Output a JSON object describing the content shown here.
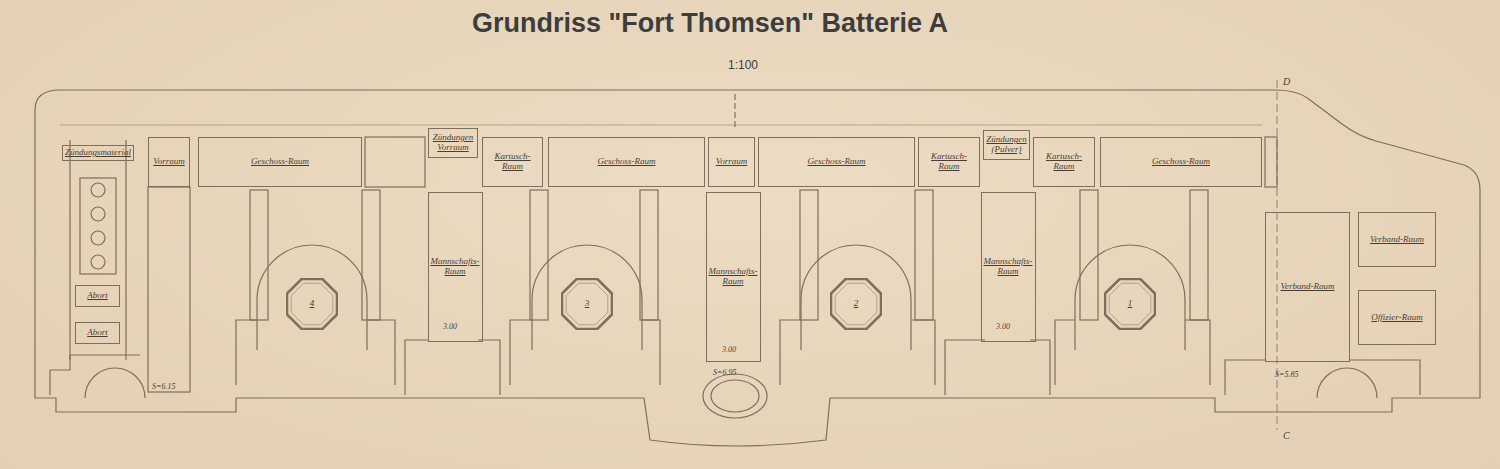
{
  "diagram": {
    "title": "Grundriss \"Fort Thomsen\" Batterie A",
    "nodes": [
      {
        "text": [
          "Zündungsmaterial"
        ]
      },
      {
        "text": [
          "Vorraum"
        ]
      },
      {
        "text": [
          "Geschoss-Raum"
        ]
      },
      {
        "text": [
          "Zündungen",
          "Vorraum"
        ]
      },
      {
        "text": [
          "Kartusch-Raum"
        ]
      },
      {
        "text": [
          "Geschoss-Raum"
        ]
      },
      {
        "text": [
          "Vorraum"
        ]
      },
      {
        "text": [
          "Geschoss-Raum"
        ]
      },
      {
        "text": [
          "Kartusch-Raum"
        ]
      },
      {
        "text": [
          "Zündungen (Pulver)"
        ]
      },
      {
        "text": [
          "Kartusch-Raum"
        ]
      },
      {
        "text": [
          "Geschoss-Raum"
        ]
      },
      {
        "text": [
          "Abort"
        ]
      },
      {
        "text": [
          "Abort"
        ]
      },
      {
        "text": [
          "Mannschafts-Raum"
        ]
      },
      {
        "text": [
          "Mannschafts-Raum"
        ]
      },
      {
        "text": [
          "Mannschafts-Raum"
        ]
      },
      {
        "text": [
          "Verband-Raum"
        ]
      },
      {
        "text": [
          "Verband-Raum"
        ]
      },
      {
        "text": [
          "Offizier-Raum"
        ]
      },
      {
        "text": [
          "4"
        ]
      },
      {
        "text": [
          "3"
        ]
      },
      {
        "text": [
          "2"
        ]
      },
      {
        "text": [
          "1"
        ]
      }
    ],
    "labels": [
      "1:100",
      "S=6.15",
      "S=6.95",
      "S=5.85",
      "3.00",
      "3.00",
      "3.00",
      "D",
      "C"
    ]
  }
}
